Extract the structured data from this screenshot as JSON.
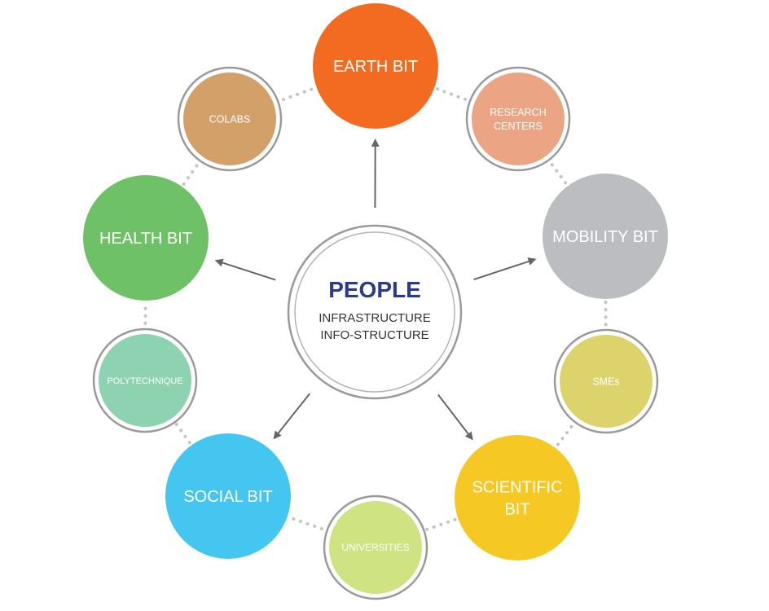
{
  "center": {
    "title": "PEOPLE",
    "lines": [
      "INFRASTRUCTURE",
      "INFO-STRUCTURE"
    ]
  },
  "major_nodes": [
    {
      "id": "earth",
      "lines": [
        "EARTH BIT"
      ],
      "color": "#f26b21"
    },
    {
      "id": "mobility",
      "lines": [
        "MOBILITY BIT"
      ],
      "color": "#bcbdc0"
    },
    {
      "id": "scientific",
      "lines": [
        "SCIENTIFIC",
        "BIT"
      ],
      "color": "#f6c824"
    },
    {
      "id": "social",
      "lines": [
        "SOCIAL BIT"
      ],
      "color": "#45c6f0"
    },
    {
      "id": "health",
      "lines": [
        "HEALTH BIT"
      ],
      "color": "#6fc167"
    }
  ],
  "minor_nodes": [
    {
      "id": "colabs",
      "lines": [
        "COLABS"
      ],
      "color": "#d4a06a"
    },
    {
      "id": "research",
      "lines": [
        "RESEARCH",
        "CENTERS"
      ],
      "color": "#eba584"
    },
    {
      "id": "smes",
      "lines": [
        "SMEs"
      ],
      "color": "#dcd36c"
    },
    {
      "id": "universities",
      "lines": [
        "UNIVERSITIES"
      ],
      "color": "#cfe383"
    },
    {
      "id": "polytechnique",
      "lines": [
        "POLYTECHNIQUE"
      ],
      "color": "#8dd3b1"
    }
  ],
  "colors": {
    "ring": "#9a9a9a",
    "dots": "#c4c4c4",
    "arrow": "#666666",
    "center_title": "#2b3a8c"
  }
}
